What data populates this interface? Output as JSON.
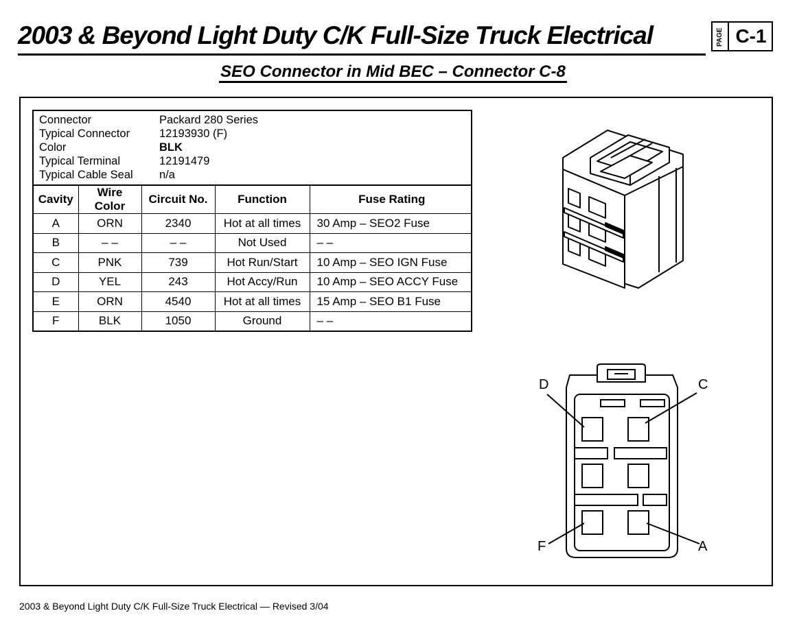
{
  "header": {
    "title": "2003 & Beyond Light Duty C/K Full-Size Truck Electrical",
    "page_label": "PAGE",
    "page_number": "C-1"
  },
  "subtitle": "SEO Connector in Mid BEC – Connector C-8",
  "connector_info": [
    {
      "label": "Connector",
      "value": "Packard 280 Series"
    },
    {
      "label": "Typical Connector",
      "value": "12193930 (F)"
    },
    {
      "label": "Color",
      "value": "BLK"
    },
    {
      "label": "Typical Terminal",
      "value": "12191479"
    },
    {
      "label": "Typical Cable Seal",
      "value": "n/a"
    }
  ],
  "table": {
    "headers": [
      "Cavity",
      "Wire Color",
      "Circuit No.",
      "Function",
      "Fuse Rating"
    ],
    "rows": [
      [
        "A",
        "ORN",
        "2340",
        "Hot at all times",
        "30 Amp – SEO2 Fuse"
      ],
      [
        "B",
        "– –",
        "– –",
        "Not Used",
        "– –"
      ],
      [
        "C",
        "PNK",
        "739",
        "Hot Run/Start",
        "10 Amp – SEO IGN Fuse"
      ],
      [
        "D",
        "YEL",
        "243",
        "Hot Accy/Run",
        "10 Amp – SEO ACCY Fuse"
      ],
      [
        "E",
        "ORN",
        "4540",
        "Hot at all times",
        "15 Amp – SEO B1 Fuse"
      ],
      [
        "F",
        "BLK",
        "1050",
        "Ground",
        "– –"
      ]
    ]
  },
  "callouts": {
    "d": "D",
    "c": "C",
    "f": "F",
    "a": "A"
  },
  "footer": "2003 & Beyond Light Duty C/K Full-Size Truck Electrical — Revised 3/04"
}
